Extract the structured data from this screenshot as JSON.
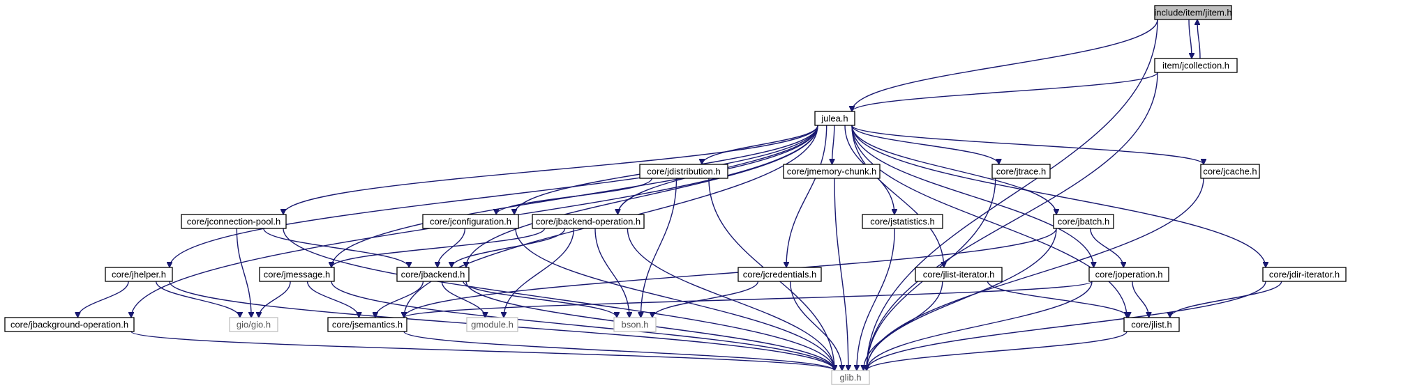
{
  "colors": {
    "edge": "#191970",
    "root_fill": "#bfbfbf",
    "external_border": "#bfbfbf"
  },
  "nodes": [
    {
      "id": "jitem",
      "label": "include/item/jitem.h",
      "kind": "root"
    },
    {
      "id": "jcollection",
      "label": "item/jcollection.h",
      "kind": "internal"
    },
    {
      "id": "julea",
      "label": "julea.h",
      "kind": "internal"
    },
    {
      "id": "jdistribution",
      "label": "core/jdistribution.h",
      "kind": "internal"
    },
    {
      "id": "jmemorychunk",
      "label": "core/jmemory-chunk.h",
      "kind": "internal"
    },
    {
      "id": "jtrace",
      "label": "core/jtrace.h",
      "kind": "internal"
    },
    {
      "id": "jcache",
      "label": "core/jcache.h",
      "kind": "internal"
    },
    {
      "id": "jconnectionpool",
      "label": "core/jconnection-pool.h",
      "kind": "internal"
    },
    {
      "id": "jconfiguration",
      "label": "core/jconfiguration.h",
      "kind": "internal"
    },
    {
      "id": "jbackendoperation",
      "label": "core/jbackend-operation.h",
      "kind": "internal"
    },
    {
      "id": "jstatistics",
      "label": "core/jstatistics.h",
      "kind": "internal"
    },
    {
      "id": "jbatch",
      "label": "core/jbatch.h",
      "kind": "internal"
    },
    {
      "id": "jhelper",
      "label": "core/jhelper.h",
      "kind": "internal"
    },
    {
      "id": "jmessage",
      "label": "core/jmessage.h",
      "kind": "internal"
    },
    {
      "id": "jbackend",
      "label": "core/jbackend.h",
      "kind": "internal"
    },
    {
      "id": "jcredentials",
      "label": "core/jcredentials.h",
      "kind": "internal"
    },
    {
      "id": "jlistiterator",
      "label": "core/jlist-iterator.h",
      "kind": "internal"
    },
    {
      "id": "joperation",
      "label": "core/joperation.h",
      "kind": "internal"
    },
    {
      "id": "jdiriterator",
      "label": "core/jdir-iterator.h",
      "kind": "internal"
    },
    {
      "id": "jbackgroundoperation",
      "label": "core/jbackground-operation.h",
      "kind": "internal"
    },
    {
      "id": "gio",
      "label": "gio/gio.h",
      "kind": "external"
    },
    {
      "id": "jsemantics",
      "label": "core/jsemantics.h",
      "kind": "internal"
    },
    {
      "id": "gmodule",
      "label": "gmodule.h",
      "kind": "external"
    },
    {
      "id": "bson",
      "label": "bson.h",
      "kind": "external"
    },
    {
      "id": "jlist",
      "label": "core/jlist.h",
      "kind": "internal"
    },
    {
      "id": "glib",
      "label": "glib.h",
      "kind": "external"
    }
  ],
  "edges": [
    [
      "jitem",
      "jcollection"
    ],
    [
      "jcollection",
      "jitem"
    ],
    [
      "jitem",
      "julea"
    ],
    [
      "jitem",
      "glib"
    ],
    [
      "jcollection",
      "julea"
    ],
    [
      "jcollection",
      "glib"
    ],
    [
      "julea",
      "jdistribution"
    ],
    [
      "julea",
      "jmemorychunk"
    ],
    [
      "julea",
      "jtrace"
    ],
    [
      "julea",
      "jcache"
    ],
    [
      "julea",
      "jconnectionpool"
    ],
    [
      "julea",
      "jconfiguration"
    ],
    [
      "julea",
      "jbackendoperation"
    ],
    [
      "julea",
      "jstatistics"
    ],
    [
      "julea",
      "jbatch"
    ],
    [
      "julea",
      "jhelper"
    ],
    [
      "julea",
      "jmessage"
    ],
    [
      "julea",
      "jbackend"
    ],
    [
      "julea",
      "jcredentials"
    ],
    [
      "julea",
      "jlistiterator"
    ],
    [
      "julea",
      "joperation"
    ],
    [
      "julea",
      "jdiriterator"
    ],
    [
      "julea",
      "jbackgroundoperation"
    ],
    [
      "julea",
      "jsemantics"
    ],
    [
      "julea",
      "jlist"
    ],
    [
      "jdistribution",
      "jconfiguration"
    ],
    [
      "jdistribution",
      "bson"
    ],
    [
      "jdistribution",
      "glib"
    ],
    [
      "jmemorychunk",
      "glib"
    ],
    [
      "jtrace",
      "glib"
    ],
    [
      "jcache",
      "glib"
    ],
    [
      "jconnectionpool",
      "jbackend"
    ],
    [
      "jconnectionpool",
      "gio"
    ],
    [
      "jconnectionpool",
      "glib"
    ],
    [
      "jconfiguration",
      "jbackend"
    ],
    [
      "jconfiguration",
      "glib"
    ],
    [
      "jbackendoperation",
      "jmessage"
    ],
    [
      "jbackendoperation",
      "jbackend"
    ],
    [
      "jbackendoperation",
      "gmodule"
    ],
    [
      "jbackendoperation",
      "bson"
    ],
    [
      "jbackendoperation",
      "glib"
    ],
    [
      "jstatistics",
      "glib"
    ],
    [
      "jbatch",
      "jsemantics"
    ],
    [
      "jbatch",
      "joperation"
    ],
    [
      "jbatch",
      "glib"
    ],
    [
      "jhelper",
      "jbackgroundoperation"
    ],
    [
      "jhelper",
      "gio"
    ],
    [
      "jhelper",
      "glib"
    ],
    [
      "jmessage",
      "gio"
    ],
    [
      "jmessage",
      "jsemantics"
    ],
    [
      "jmessage",
      "glib"
    ],
    [
      "jbackend",
      "jsemantics"
    ],
    [
      "jbackend",
      "gmodule"
    ],
    [
      "jbackend",
      "bson"
    ],
    [
      "jbackend",
      "glib"
    ],
    [
      "jcredentials",
      "bson"
    ],
    [
      "jcredentials",
      "glib"
    ],
    [
      "jlistiterator",
      "jlist"
    ],
    [
      "jlistiterator",
      "glib"
    ],
    [
      "joperation",
      "jsemantics"
    ],
    [
      "joperation",
      "jlist"
    ],
    [
      "joperation",
      "glib"
    ],
    [
      "jdiriterator",
      "jlist"
    ],
    [
      "jdiriterator",
      "glib"
    ],
    [
      "jbackgroundoperation",
      "glib"
    ],
    [
      "jsemantics",
      "glib"
    ],
    [
      "jlist",
      "glib"
    ]
  ]
}
